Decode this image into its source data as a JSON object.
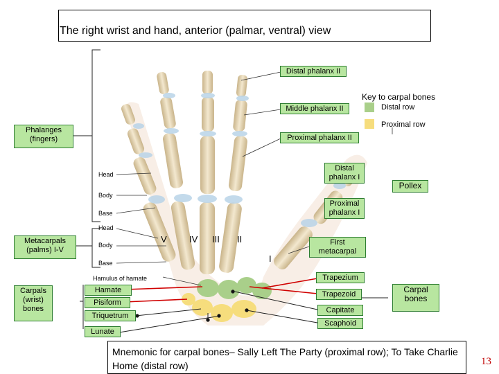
{
  "title": "The right wrist and hand, anterior (palmar, ventral) view",
  "key": {
    "title": "Key to carpal bones",
    "distal_row": "Distal row",
    "proximal_row": "Proximal row",
    "distal_color": "#a9cf8a",
    "proximal_color": "#f6dd7d"
  },
  "groups": {
    "phalanges": "Phalanges\n(fingers)",
    "metacarpals": "Metacarpals\n(palms) I-V",
    "carpals": "Carpals\n(wrist)\nbones",
    "pollex": "Pollex",
    "carpal_bones": "Carpal\nbones"
  },
  "labels": {
    "distal_phalanx_ii": "Distal phalanx II",
    "middle_phalanx_ii": "Middle phalanx II",
    "proximal_phalanx_ii": "Proximal phalanx II",
    "distal_phalanx_i": "Distal\nphalanx I",
    "proximal_phalanx_i": "Proximal\nphalanx I",
    "first_metacarpal": "First\nmetacarpal",
    "head_upper": "Head",
    "body_upper": "Body",
    "base_upper": "Base",
    "head_lower": "Head",
    "body_lower": "Body",
    "base_lower": "Base",
    "hamulus": "Hamulus of hamate"
  },
  "carpals": {
    "hamate": "Hamate",
    "pisiform": "Pisiform",
    "triquetrum": "Triquetrum",
    "lunate": "Lunate",
    "trapezium": "Trapezium",
    "trapezoid": "Trapezoid",
    "capitate": "Capitate",
    "scaphoid": "Scaphoid"
  },
  "roman": [
    "V",
    "IV",
    "III",
    "II",
    "I"
  ],
  "mnemonic": "Mnemonic for carpal bones– Sally Left The Party (proximal row); To Take Charlie Home (distal row)",
  "page_number": "13"
}
